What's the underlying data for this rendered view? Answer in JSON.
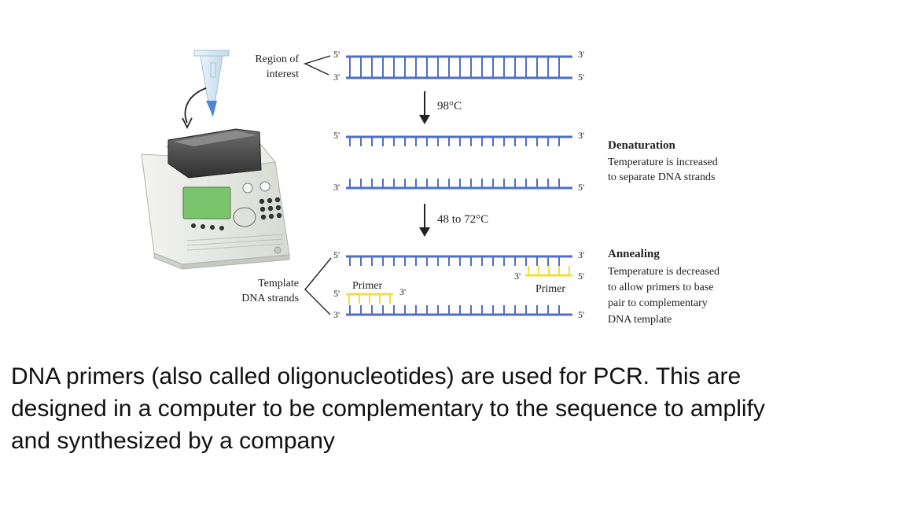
{
  "diagram": {
    "labels": {
      "region_of": "Region of",
      "interest": "interest",
      "template": "Template",
      "dna_strands": "DNA strands",
      "primer": "Primer",
      "five_prime": "5'",
      "three_prime": "3'"
    },
    "steps": {
      "denaturation_temp": "98°C",
      "annealing_temp": "48 to 72°C"
    },
    "descriptions": {
      "denaturation": {
        "title": "Denaturation",
        "lines": [
          "Temperature is increased",
          "to separate DNA strands"
        ]
      },
      "annealing": {
        "title": "Annealing",
        "lines": [
          "Temperature is decreased",
          "to allow primers to base",
          "pair to complementary",
          "DNA template"
        ]
      }
    },
    "colors": {
      "dna_strand": "#4f6fc6",
      "primer": "#f2de3c",
      "machine_screen": "#79c46a",
      "tube_liquid": "#4f86d8"
    }
  },
  "caption": {
    "line1": "DNA primers (also called oligonucleotides) are used for PCR. This are",
    "line2": "designed in a computer to be complementary to the sequence to amplify",
    "line3": "and synthesized by a company"
  }
}
